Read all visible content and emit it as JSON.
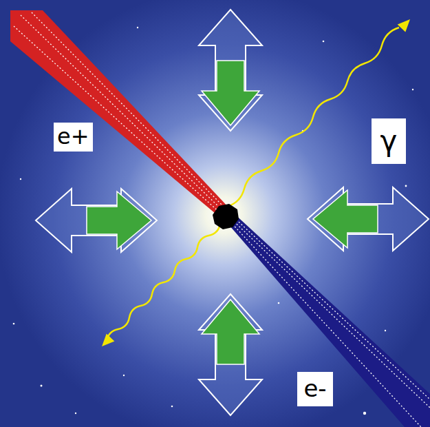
{
  "diagram": {
    "nodes": [
      {
        "text": [
          "e+"
        ]
      },
      {
        "text": [
          "γ"
        ]
      },
      {
        "text": [
          "e-"
        ]
      }
    ]
  }
}
